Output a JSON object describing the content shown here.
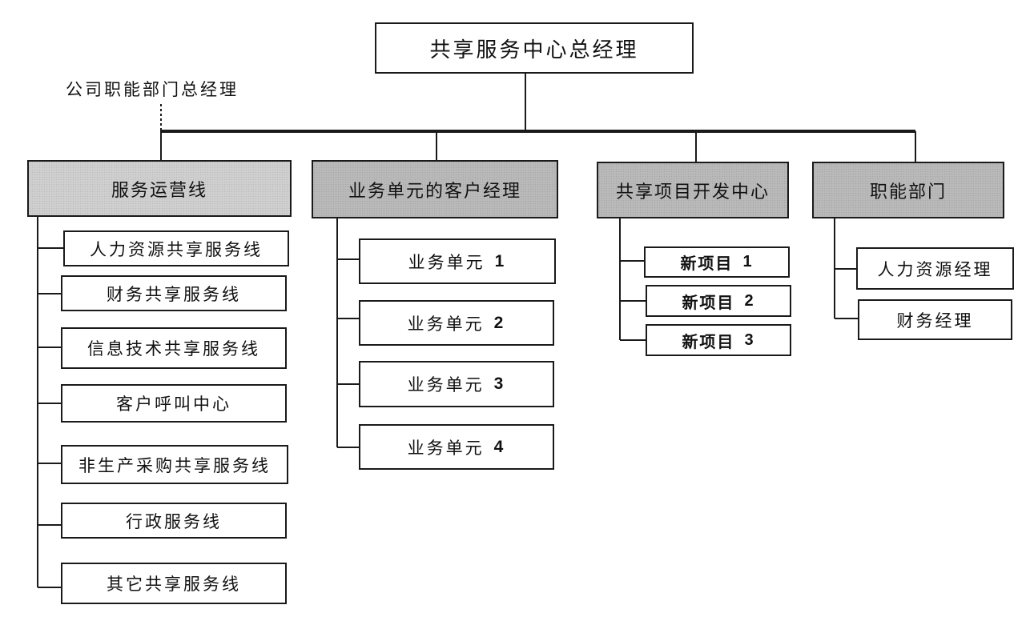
{
  "top": {
    "title": "共享服务中心总经理"
  },
  "side_label": "公司职能部门总经理",
  "departments": [
    {
      "label": "服务运营线"
    },
    {
      "label": "业务单元的客户经理"
    },
    {
      "label": "共享项目开发中心"
    },
    {
      "label": "职能部门"
    }
  ],
  "service_lines": [
    {
      "label": "人力资源共享服务线"
    },
    {
      "label": "财务共享服务线"
    },
    {
      "label": "信息技术共享服务线"
    },
    {
      "label": "客户呼叫中心"
    },
    {
      "label": "非生产采购共享服务线"
    },
    {
      "label": "行政服务线"
    },
    {
      "label": "其它共享服务线"
    }
  ],
  "business_units": [
    {
      "label": "业务单元",
      "num": "1"
    },
    {
      "label": "业务单元",
      "num": "2"
    },
    {
      "label": "业务单元",
      "num": "3"
    },
    {
      "label": "业务单元",
      "num": "4"
    }
  ],
  "projects": [
    {
      "label": "新项目",
      "num": "1"
    },
    {
      "label": "新项目",
      "num": "2"
    },
    {
      "label": "新项目",
      "num": "3"
    }
  ],
  "function_managers": [
    {
      "label": "人力资源经理"
    },
    {
      "label": "财务经理"
    }
  ]
}
